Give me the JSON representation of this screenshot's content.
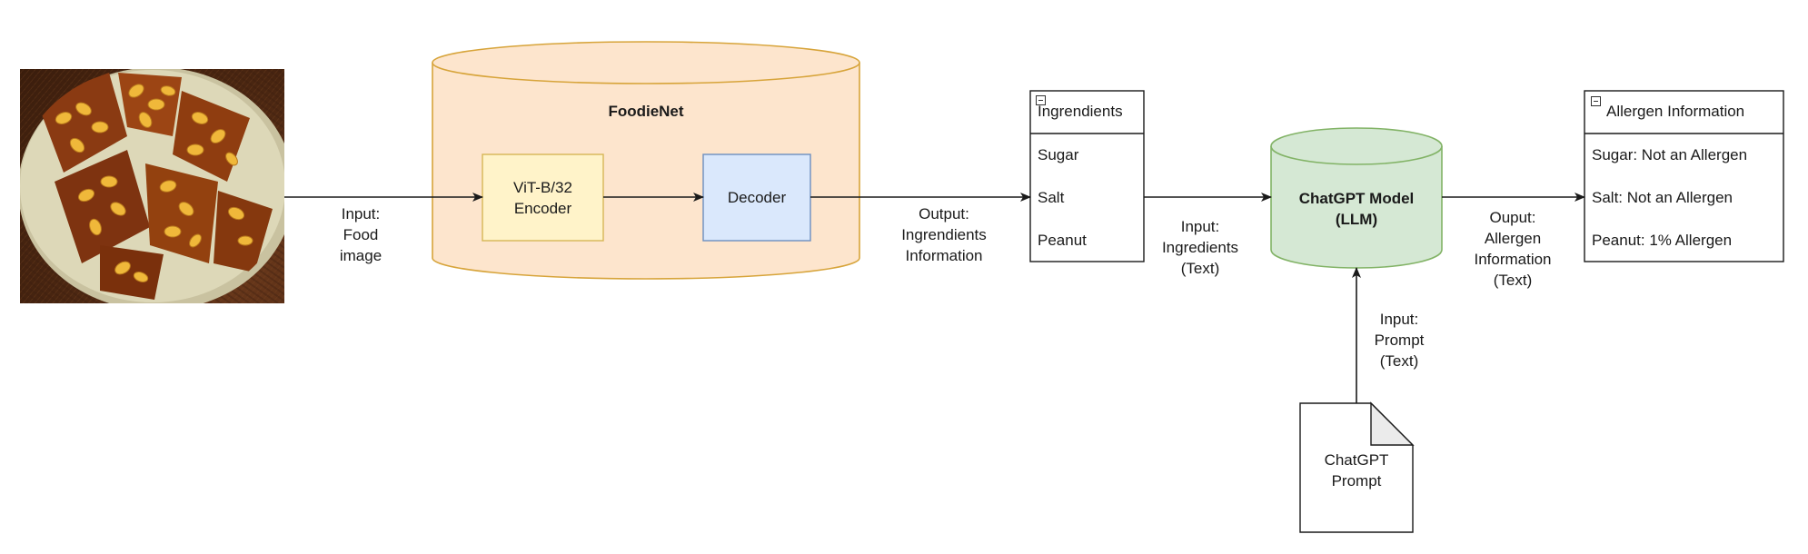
{
  "colors": {
    "foodienet_fill": "#fde5cd",
    "foodienet_stroke": "#d7a43a",
    "encoder_fill": "#fff3c9",
    "encoder_stroke": "#d6b656",
    "decoder_fill": "#dae8fc",
    "decoder_stroke": "#6c8ebf",
    "llm_fill": "#d5e8d4",
    "llm_stroke": "#82b366",
    "line": "#1a1a1a"
  },
  "foodienet": {
    "title": "FoodieNet",
    "encoder_label": "ViT-B/32\nEncoder",
    "decoder_label": "Decoder"
  },
  "food_image": {
    "icon": "peanut-brittle-photo"
  },
  "edges": {
    "input_food_image": "Input:\nFood\nimage",
    "output_ingredients": "Output:\nIngrendients\nInformation",
    "input_ingredients": "Input:\nIngredients\n(Text)",
    "output_allergen": "Ouput:\nAllergen\nInformation\n(Text)",
    "input_prompt": "Input:\nPrompt\n(Text)"
  },
  "ingredients_list": {
    "title": "Ingrendients",
    "items": [
      "Sugar",
      "Salt",
      "Peanut"
    ]
  },
  "llm": {
    "label": "ChatGPT Model\n(LLM)"
  },
  "prompt_doc": {
    "label": "ChatGPT\nPrompt"
  },
  "allergen_list": {
    "title": "Allergen Information",
    "items": [
      "Sugar: Not an Allergen",
      "Salt: Not an Allergen",
      "Peanut: 1% Allergen"
    ]
  }
}
